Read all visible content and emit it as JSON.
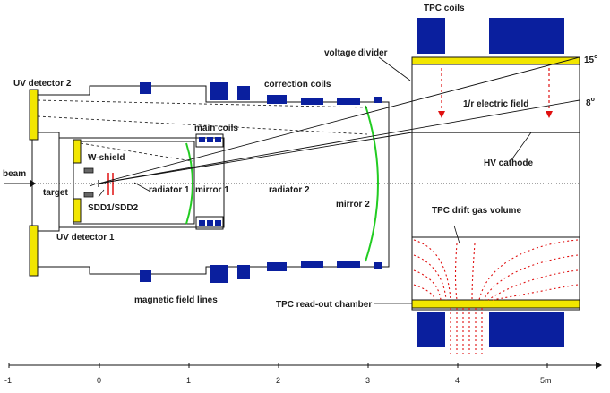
{
  "labels": {
    "tpc_coils": "TPC coils",
    "uv_detector_2": "UV detector 2",
    "voltage_divider": "voltage divider",
    "correction_coils": "correction coils",
    "angle_15": "15",
    "angle_15_deg": "o",
    "angle_8": "8",
    "angle_8_deg": "o",
    "electric_field": "1/r electric field",
    "main_coils": "main coils",
    "hv_cathode": "HV cathode",
    "beam": "beam",
    "w_shield": "W-shield",
    "target": "target",
    "radiator_1": "radiator 1",
    "mirror_1": "mirror 1",
    "radiator_2": "radiator 2",
    "sdd": "SDD1/SDD2",
    "mirror_2": "mirror 2",
    "tpc_drift": "TPC drift gas volume",
    "uv_detector_1": "UV detector 1",
    "magnetic_field_lines": "magnetic field lines",
    "tpc_readout": "TPC read-out chamber"
  },
  "axis": {
    "ticks": [
      "-1",
      "0",
      "1",
      "2",
      "3",
      "4",
      "5m"
    ]
  },
  "colors": {
    "coil_blue": "#0a1f9e",
    "detector_yellow": "#f2e600",
    "mirror_green": "#22cc22",
    "field_red": "#e01010",
    "line": "#111111"
  }
}
